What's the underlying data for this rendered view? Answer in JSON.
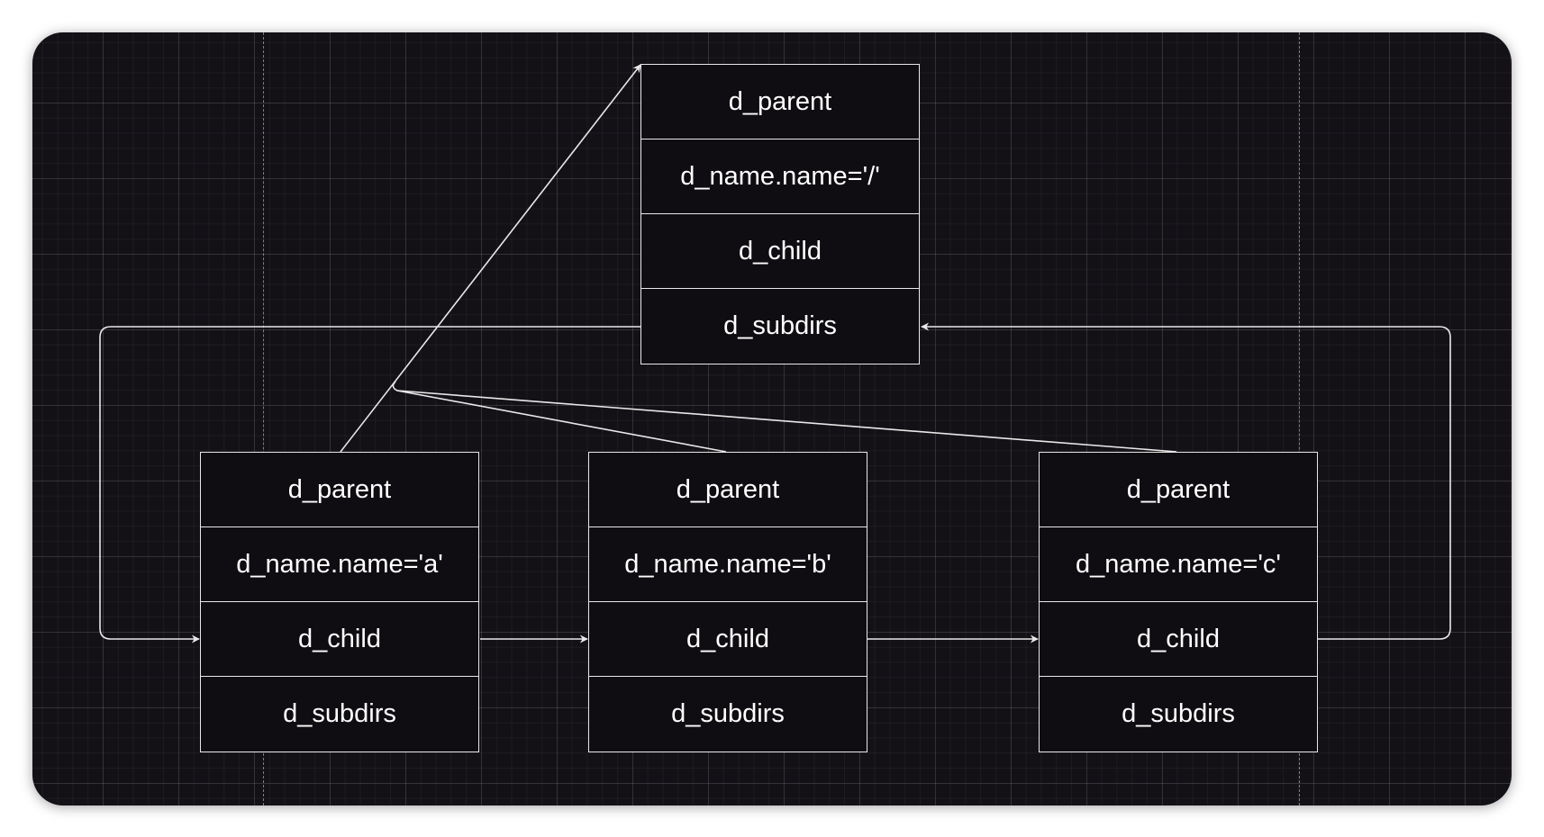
{
  "diagram": {
    "colors": {
      "canvas_bg": "#131116",
      "line": "#e8e8e8",
      "text": "#ffffff"
    },
    "nodes": {
      "root": {
        "fields": [
          "d_parent",
          "d_name.name='/'",
          "d_child",
          "d_subdirs"
        ]
      },
      "a": {
        "fields": [
          "d_parent",
          "d_name.name='a'",
          "d_child",
          "d_subdirs"
        ]
      },
      "b": {
        "fields": [
          "d_parent",
          "d_name.name='b'",
          "d_child",
          "d_subdirs"
        ]
      },
      "c": {
        "fields": [
          "d_parent",
          "d_name.name='c'",
          "d_child",
          "d_subdirs"
        ]
      }
    },
    "edges": [
      {
        "from": "a.d_parent",
        "to": "root"
      },
      {
        "from": "b.d_parent",
        "to": "root"
      },
      {
        "from": "c.d_parent",
        "to": "root"
      },
      {
        "from": "root.d_subdirs",
        "to": "a.d_child"
      },
      {
        "from": "a.d_child",
        "to": "b.d_child"
      },
      {
        "from": "b.d_child",
        "to": "c.d_child"
      },
      {
        "from": "c.d_child",
        "to": "root.d_subdirs"
      }
    ]
  }
}
